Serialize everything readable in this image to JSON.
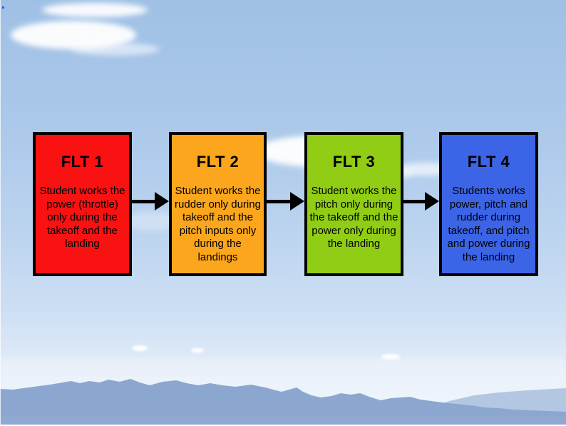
{
  "diagram": {
    "type": "flowchart",
    "boxes": [
      {
        "id": "flt1",
        "title": "FLT 1",
        "body": "Student works the power (throttle) only during the takeoff and the landing",
        "color": "#fa1111"
      },
      {
        "id": "flt2",
        "title": "FLT 2",
        "body": "Student works the rudder only during takeoff and the pitch inputs only during the landings",
        "color": "#fba61c"
      },
      {
        "id": "flt3",
        "title": "FLT 3",
        "body": "Student works the pitch only during the takeoff and the power only during the landing",
        "color": "#90cd14"
      },
      {
        "id": "flt4",
        "title": "FLT 4",
        "body": "Students works power, pitch and rudder during takeoff, and pitch and power during the landing",
        "color": "#3c64e6"
      }
    ],
    "connections": [
      {
        "from": "FLT 1",
        "to": "FLT 2"
      },
      {
        "from": "FLT 2",
        "to": "FLT 3"
      },
      {
        "from": "FLT 3",
        "to": "FLT 4"
      }
    ],
    "border_color": "#000000",
    "text_color": "#000000",
    "arrow_color": "#000000"
  },
  "background": {
    "description": "daytime sky photo with white clouds and distant blue mountain ridge",
    "sky_top": "#9fc0e5",
    "sky_horizon": "#edf4fb",
    "mountain_front": "#8ca7cf",
    "mountain_back": "#a9bedd",
    "cloud": "#ffffff"
  }
}
